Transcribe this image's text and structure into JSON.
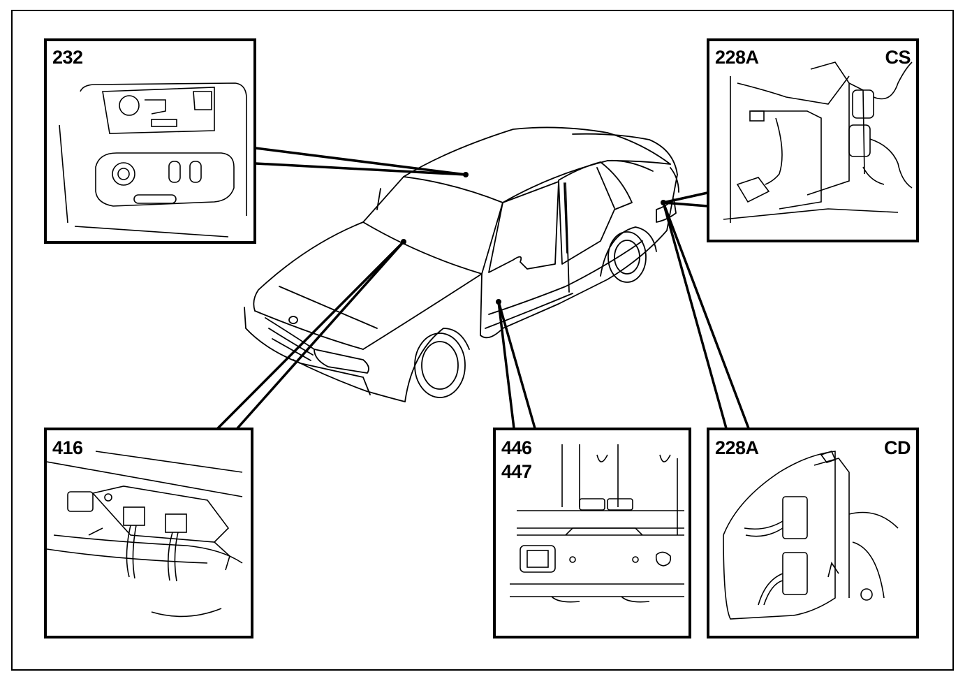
{
  "panels": {
    "p232": {
      "label": "232"
    },
    "p228cs": {
      "label": "228A",
      "sublabel": "CS"
    },
    "p416": {
      "label": "416"
    },
    "p446": {
      "label": "446",
      "label2": "447"
    },
    "p228cd": {
      "label": "228A",
      "sublabel": "CD"
    }
  },
  "colors": {
    "line": "#000000",
    "background": "#ffffff"
  }
}
